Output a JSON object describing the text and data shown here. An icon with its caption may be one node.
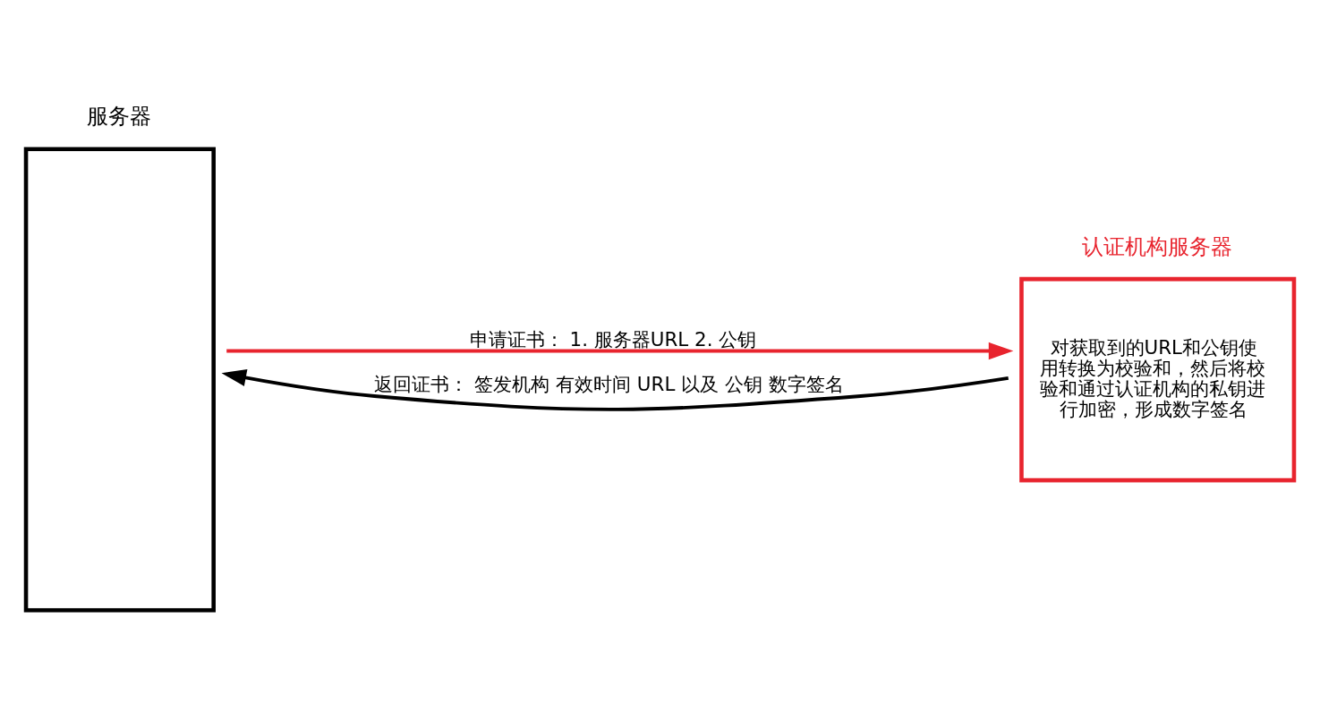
{
  "diagram": {
    "nodes": [
      {
        "text": [
          "服务器"
        ]
      },
      {
        "text": [
          "认证机构服务器",
          "对获取到的URL和公钥使用转换为校验和，然后将校验和通过认证机构的私钥进行加密，形成数字签名"
        ]
      }
    ],
    "edges": [
      {
        "from": 0,
        "to": 1,
        "arrow": "to",
        "label": "申请证书： 1. 服务器URL 2. 公钥",
        "color": "#e8242e"
      },
      {
        "from": 1,
        "to": 0,
        "arrow": "to",
        "label": "返回证书： 签发机构 有效时间 URL 以及 公钥 数字签名",
        "color": "#000000"
      }
    ]
  }
}
